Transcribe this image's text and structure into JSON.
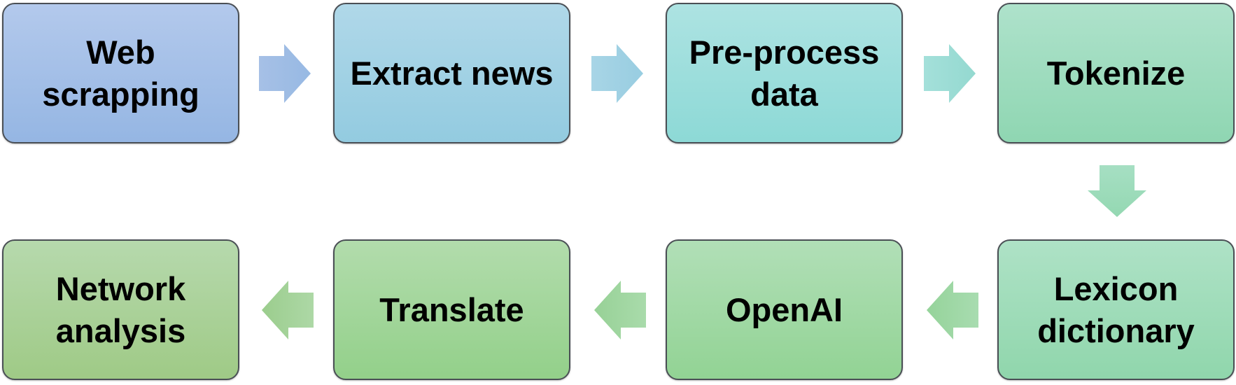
{
  "diagram": {
    "steps": [
      {
        "label": "Web\nscrapping",
        "color_top": "#b3c9ec",
        "color_bottom": "#95b6e3"
      },
      {
        "label": "Extract news",
        "color_top": "#b0d8e9",
        "color_bottom": "#93cbe0"
      },
      {
        "label": "Pre-process\ndata",
        "color_top": "#ade3e2",
        "color_bottom": "#8dd9d6"
      },
      {
        "label": "Tokenize",
        "color_top": "#aee2cb",
        "color_bottom": "#8fd6b2"
      },
      {
        "label": "Lexicon\ndictionary",
        "color_top": "#aee2c6",
        "color_bottom": "#90d6ac"
      },
      {
        "label": "OpenAI",
        "color_top": "#b1dfb7",
        "color_bottom": "#92d394"
      },
      {
        "label": "Translate",
        "color_top": "#b2dcac",
        "color_bottom": "#93d08a"
      },
      {
        "label": "Network\nanalysis",
        "color_top": "#b6d9ad",
        "color_bottom": "#9fca86"
      }
    ],
    "connectors": [
      {
        "direction": "right",
        "color_a": "#a6c0e6",
        "color_b": "#97b9e3"
      },
      {
        "direction": "right",
        "color_a": "#a8d5e6",
        "color_b": "#98cde1"
      },
      {
        "direction": "right",
        "color_a": "#a4e0da",
        "color_b": "#94d9d0"
      },
      {
        "direction": "down",
        "color_a": "#a6dfc3",
        "color_b": "#94d8b2"
      },
      {
        "direction": "left",
        "color_a": "#a8dcb0",
        "color_b": "#95d39a"
      },
      {
        "direction": "left",
        "color_a": "#a9dbab",
        "color_b": "#97d196"
      },
      {
        "direction": "left",
        "color_a": "#add8a6",
        "color_b": "#9bcd8d"
      }
    ]
  }
}
